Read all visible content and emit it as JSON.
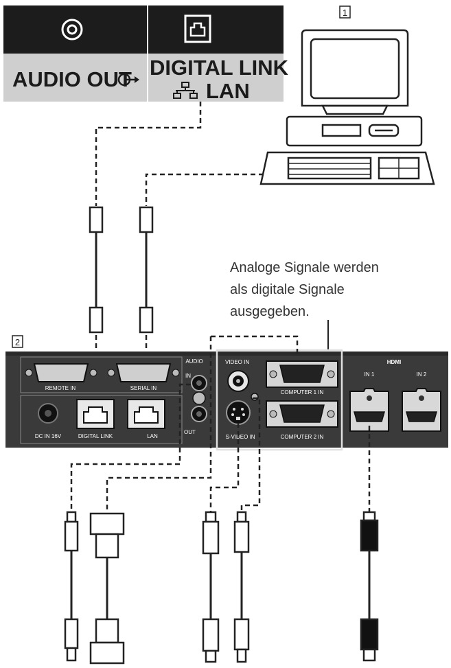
{
  "top_panel": {
    "audio_out": "AUDIO OUT",
    "digital_link": "DIGITAL LINK",
    "lan": "LAN"
  },
  "callouts": {
    "computer_number": "1",
    "device_number": "2"
  },
  "note": {
    "line1": "Analoge Signale werden",
    "line2": "als digitale Signale",
    "line3": "ausgegeben."
  },
  "device_ports": {
    "remote_in": "REMOTE IN",
    "serial_in": "SERIAL IN",
    "audio": "AUDIO",
    "audio_in": "IN",
    "audio_out": "OUT",
    "video_in": "VIDEO IN",
    "computer1_in": "COMPUTER 1 IN",
    "computer2_in": "COMPUTER 2 IN",
    "svideo_in": "S-VIDEO IN",
    "hdmi_logo": "HDMI",
    "in1": "IN 1",
    "in2": "IN 2",
    "dc_in": "DC IN 16V",
    "digital_link": "DIGITAL LINK",
    "lan": "LAN"
  },
  "icons": [
    "audio-jack-icon",
    "rj45-port-icon",
    "audio-out-arrow-icon",
    "network-icon",
    "computer-icon",
    "vga-port-icon",
    "hdmi-port-icon",
    "rca-port-icon",
    "svideo-port-icon"
  ]
}
